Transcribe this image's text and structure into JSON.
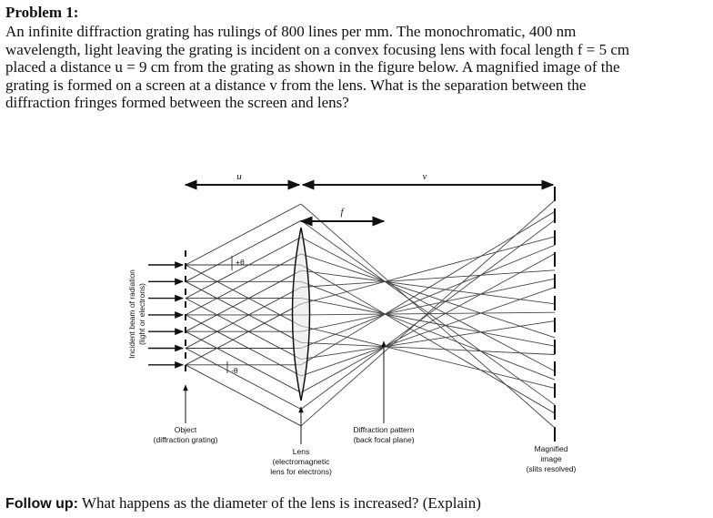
{
  "problem": {
    "heading": "Problem 1:",
    "lines": [
      "An infinite diffraction grating has rulings of 800 lines per mm. The monochromatic, 400 nm",
      "wavelength, light leaving the grating is incident on a convex focusing lens with focal length f = 5 cm",
      "placed a distance u = 9 cm from the grating as shown in the figure below. A magnified image of the",
      "grating is formed on a screen at a distance v from the lens. What is the separation between the",
      "diffraction fringes formed between the screen and lens?"
    ]
  },
  "figure": {
    "labels": {
      "u": "u",
      "v": "v",
      "f": "f",
      "plus_theta": "+θ",
      "minus_theta": "-θ",
      "incident_1": "Incident beam of radiation",
      "incident_2": "(light or electrons)",
      "object_1": "Object",
      "object_2": "(diffraction grating)",
      "lens_1": "Lens",
      "lens_2": "(electromagnetic",
      "lens_3": "lens for electrons)",
      "pattern_1": "Diffraction pattern",
      "pattern_2": "(back focal plane)",
      "image_1": "Magnified",
      "image_2": "image",
      "image_3": "(slits resolved)"
    }
  },
  "followup": {
    "label": "Follow up:",
    "text": " What happens as the diameter of the lens is increased? (Explain)"
  }
}
